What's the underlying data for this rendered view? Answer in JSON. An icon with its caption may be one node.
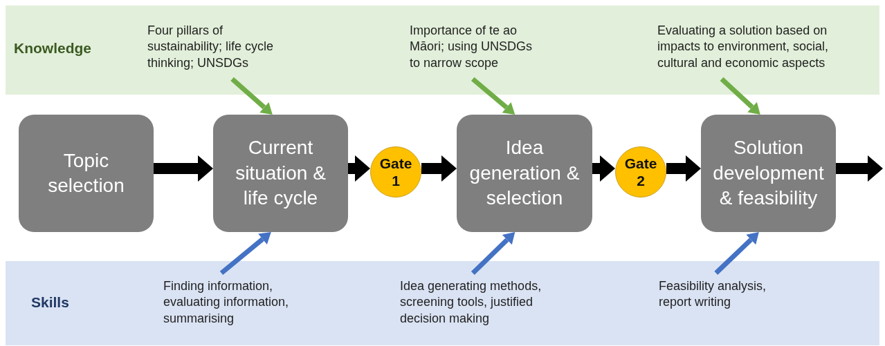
{
  "diagram": {
    "nodes": [
      {
        "text": [
          "Knowledge"
        ]
      },
      {
        "text": [
          "Four pillars of sustainability; life cycle thinking; UNSDGs"
        ],
        "in": 0
      },
      {
        "text": [
          "Importance of te ao Māori; using UNSDGs to narrow scope"
        ],
        "in": 0
      },
      {
        "text": [
          "Evaluating a solution based on impacts to environment, social, cultural and economic aspects"
        ],
        "in": 0
      },
      {
        "text": [
          "Topic selection"
        ]
      },
      {
        "text": [
          "Current situation & life cycle"
        ]
      },
      {
        "text": [
          "Gate 1"
        ]
      },
      {
        "text": [
          "Idea generation & selection"
        ]
      },
      {
        "text": [
          "Gate 2"
        ]
      },
      {
        "text": [
          "Solution development & feasibility"
        ]
      },
      {
        "text": [
          "Skills"
        ]
      },
      {
        "text": [
          "Finding information, evaluating information, summarising"
        ],
        "in": 10
      },
      {
        "text": [
          "Idea generating methods, screening tools, justified decision making"
        ],
        "in": 10
      },
      {
        "text": [
          "Feasibility analysis, report writing"
        ],
        "in": 10
      }
    ],
    "edges": [
      {
        "from": 4,
        "to": 5,
        "arrow": "to",
        "style": "thick"
      },
      {
        "from": 5,
        "to": 6,
        "arrow": "to",
        "style": "thick"
      },
      {
        "from": 6,
        "to": 7,
        "arrow": "to",
        "style": "thick"
      },
      {
        "from": 7,
        "to": 8,
        "arrow": "to",
        "style": "thick"
      },
      {
        "from": 8,
        "to": 9,
        "arrow": "to",
        "style": "thick"
      },
      {
        "from": 9,
        "to": null,
        "arrow": "to",
        "style": "thick"
      },
      {
        "from": 1,
        "to": 5,
        "arrow": "to",
        "color": "#70ad47"
      },
      {
        "from": 2,
        "to": 7,
        "arrow": "to",
        "color": "#70ad47"
      },
      {
        "from": 3,
        "to": 9,
        "arrow": "to",
        "color": "#70ad47"
      },
      {
        "from": 11,
        "to": 5,
        "arrow": "to",
        "color": "#4472c4"
      },
      {
        "from": 12,
        "to": 7,
        "arrow": "to",
        "color": "#4472c4"
      },
      {
        "from": 13,
        "to": 9,
        "arrow": "to",
        "color": "#4472c4"
      }
    ]
  }
}
